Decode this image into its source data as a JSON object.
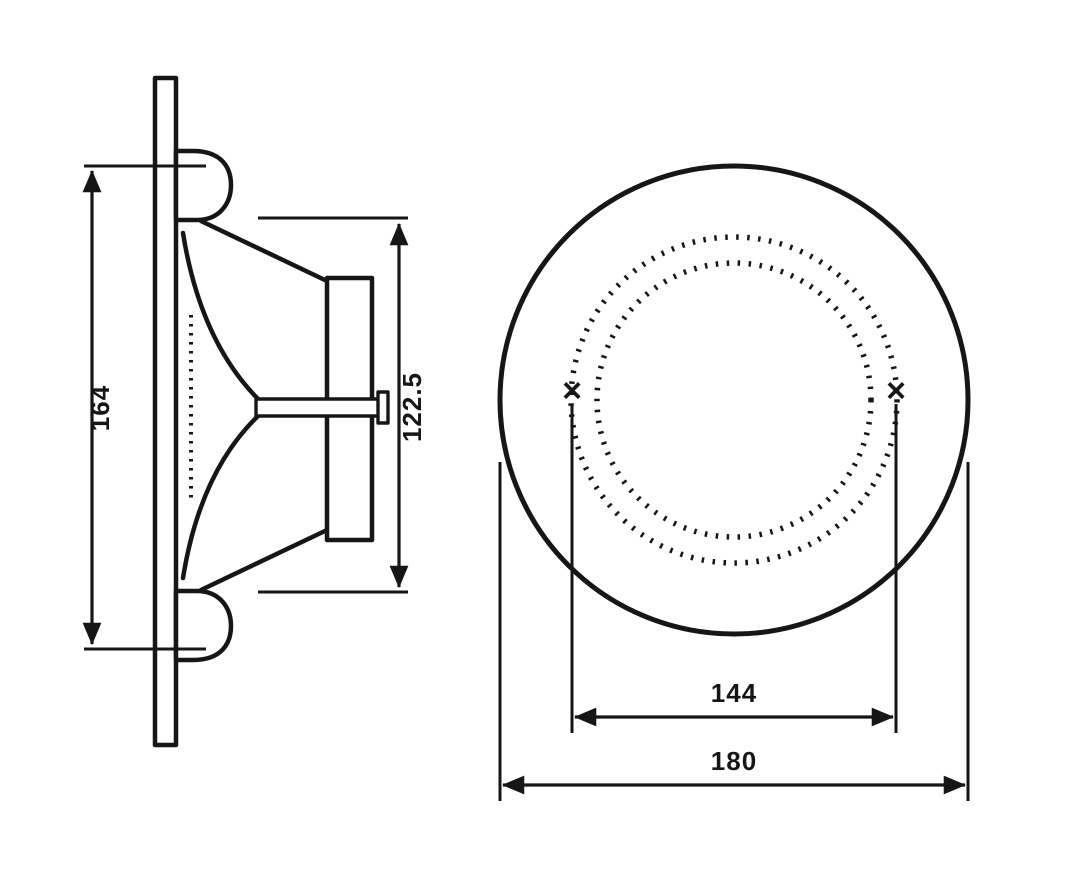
{
  "figure": {
    "type": "technical-drawing",
    "views": {
      "side": "side section view",
      "front": "front view"
    }
  },
  "colors": {
    "line": "#161616",
    "background": "#ffffff"
  },
  "dimensions": {
    "overall_height": "164",
    "inner_depth": "122.5",
    "hole_spacing": "144",
    "overall_diameter": "180"
  },
  "markers": {
    "hole_mark": "×"
  }
}
